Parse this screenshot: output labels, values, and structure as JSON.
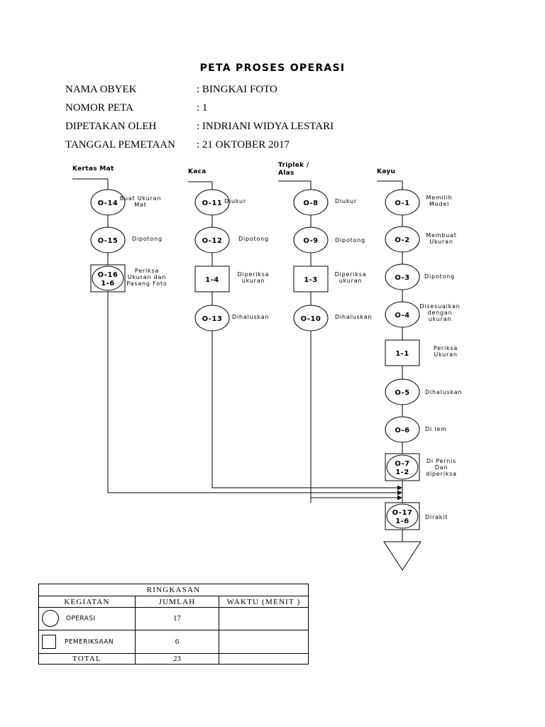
{
  "title": "PETA PROSES OPERASI",
  "header": {
    "fields": [
      {
        "label": "NAMA OBYEK",
        "value": ": BINGKAI FOTO"
      },
      {
        "label": "NOMOR PETA",
        "value": ": 1"
      },
      {
        "label": "DIPETAKAN OLEH",
        "value": ": INDRIANI WIDYA LESTARI"
      },
      {
        "label": "TANGGAL PEMETAAN",
        "value": ": 21 OKTOBER 2017"
      }
    ]
  },
  "columns": [
    {
      "title": [
        "Kertas Mat"
      ],
      "nodes": [
        {
          "type": "operation",
          "code": [
            "O-14"
          ],
          "desc": [
            "Buat Ukuran",
            "Mat"
          ]
        },
        {
          "type": "operation",
          "code": [
            "O-15"
          ],
          "desc": [
            "Dipotong"
          ]
        },
        {
          "type": "combined",
          "code": [
            "O-16",
            "1-6"
          ],
          "desc": [
            "Periksa",
            "Ukuran dan",
            "Pasang Foto"
          ]
        }
      ]
    },
    {
      "title": [
        "Kaca"
      ],
      "nodes": [
        {
          "type": "operation",
          "code": [
            "O-11"
          ],
          "desc": [
            "Diukur"
          ]
        },
        {
          "type": "operation",
          "code": [
            "O-12"
          ],
          "desc": [
            "Dipotong"
          ]
        },
        {
          "type": "inspection",
          "code": [
            "1-4"
          ],
          "desc": [
            "Diperiksa",
            "ukuran"
          ]
        },
        {
          "type": "operation",
          "code": [
            "O-13"
          ],
          "desc": [
            "Dihaluskan"
          ]
        }
      ]
    },
    {
      "title": [
        "Triplek /",
        "Alas"
      ],
      "nodes": [
        {
          "type": "operation",
          "code": [
            "O-8"
          ],
          "desc": [
            "Diukur"
          ]
        },
        {
          "type": "operation",
          "code": [
            "O-9"
          ],
          "desc": [
            "Dipotong"
          ]
        },
        {
          "type": "inspection",
          "code": [
            "1-3"
          ],
          "desc": [
            "Diperiksa",
            "ukuran"
          ]
        },
        {
          "type": "operation",
          "code": [
            "O-10"
          ],
          "desc": [
            "Dihaluskan"
          ]
        }
      ]
    },
    {
      "title": [
        "Kayu"
      ],
      "nodes": [
        {
          "type": "operation",
          "code": [
            "O-1"
          ],
          "desc": [
            "Memilih",
            "Model"
          ]
        },
        {
          "type": "operation",
          "code": [
            "O-2"
          ],
          "desc": [
            "Membuat",
            "Ukuran"
          ]
        },
        {
          "type": "operation",
          "code": [
            "O-3"
          ],
          "desc": [
            "Dipotong"
          ]
        },
        {
          "type": "operation",
          "code": [
            "O-4"
          ],
          "desc": [
            "Disesuaikan",
            "dengan",
            "ukuran"
          ]
        },
        {
          "type": "inspection",
          "code": [
            "1-1"
          ],
          "desc": [
            "Periksa",
            "Ukuran"
          ]
        },
        {
          "type": "operation",
          "code": [
            "O-5"
          ],
          "desc": [
            "Dihaluskan"
          ]
        },
        {
          "type": "operation",
          "code": [
            "O-6"
          ],
          "desc": [
            "Di lem"
          ]
        },
        {
          "type": "combined",
          "code": [
            "O-7",
            "1-2"
          ],
          "desc": [
            "Di Pernis",
            "Dan",
            "diperiksa"
          ]
        },
        {
          "type": "combined",
          "code": [
            "O-17",
            "1-6"
          ],
          "desc": [
            "Dirakit"
          ]
        },
        {
          "type": "storage",
          "code": [],
          "desc": []
        }
      ]
    }
  ],
  "summary": {
    "title": "RINGKASAN",
    "headers": [
      "KEGIATAN",
      "JUMLAH",
      "WAKTU (MENIT )"
    ],
    "rows": [
      {
        "symbol": "circle",
        "label": "OPERASI",
        "count": "17",
        "time": ""
      },
      {
        "symbol": "square",
        "label": "PEMERIKSAAN",
        "count": "6",
        "time": ""
      }
    ],
    "total": {
      "label": "TOTAL",
      "count": "23",
      "time": ""
    }
  }
}
